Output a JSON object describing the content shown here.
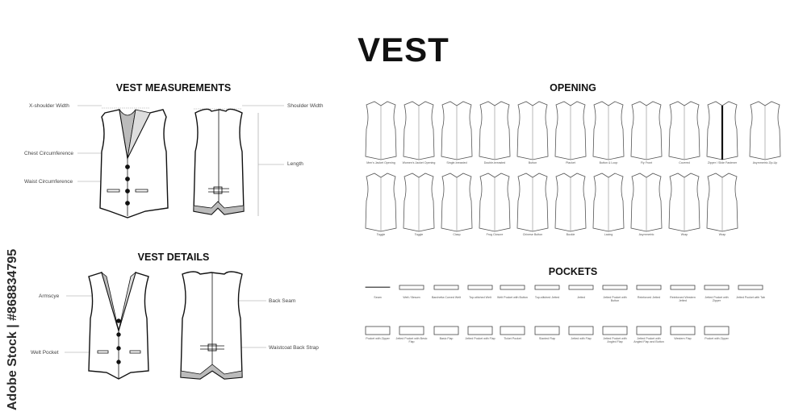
{
  "title": "VEST",
  "sections": {
    "measurements": "VEST MEASUREMENTS",
    "details": "VEST DETAILS",
    "opening": "OPENING",
    "pockets": "POCKETS"
  },
  "measurement_labels": {
    "x_shoulder": "X-shoulder Width",
    "chest": "Chest Circumference",
    "waist": "Waist Circumference",
    "shoulder": "Shoulder Width",
    "length": "Length"
  },
  "detail_labels": {
    "armscye": "Armscye",
    "welt_pocket": "Welt Pocket",
    "back_seam": "Back Seam",
    "back_strap": "Waistcoat Back Strap"
  },
  "openings": [
    "Men's Jacket Opening",
    "Women's Jacket Opening",
    "Single-breasted",
    "Double-breasted",
    "Button",
    "Placket",
    "Button & Loop",
    "Fly Front",
    "Covered",
    "Zipper / Slide Fastener",
    "Asymmetric Zip-Up",
    "Toggle",
    "Toggle",
    "Clasp",
    "Frog Closure",
    "Chinese Button",
    "Buckle",
    "Lacing",
    "Asymmetric",
    "Wrap",
    "Wrap"
  ],
  "pockets_row1": [
    "Seam",
    "Welt / Besom",
    "Barchetta Curved Welt",
    "Top-stitched Welt",
    "Welt Pocket with Button",
    "Top-stitched Jetted",
    "Jetted",
    "Jetted Pocket with Button",
    "Reinforced Jetted",
    "Reinforced Western Jetted",
    "Jetted Pocket with Zipper",
    "Jetted Pocket with Tab"
  ],
  "pockets_row2": [
    "Pocket with Zipper",
    "Jetted Pocket with Besic Flap",
    "Basic Flap",
    "Jetted Pocket with Flap",
    "Ticket Pocket",
    "Slanted Flap",
    "Jetted with Flap",
    "Jetted Pocket with Angled Flap",
    "Jetted Pocket with Angled Flap and Button",
    "Western Flap",
    "Pocket with Zipper"
  ],
  "watermark": "Adobe Stock | #868834795"
}
